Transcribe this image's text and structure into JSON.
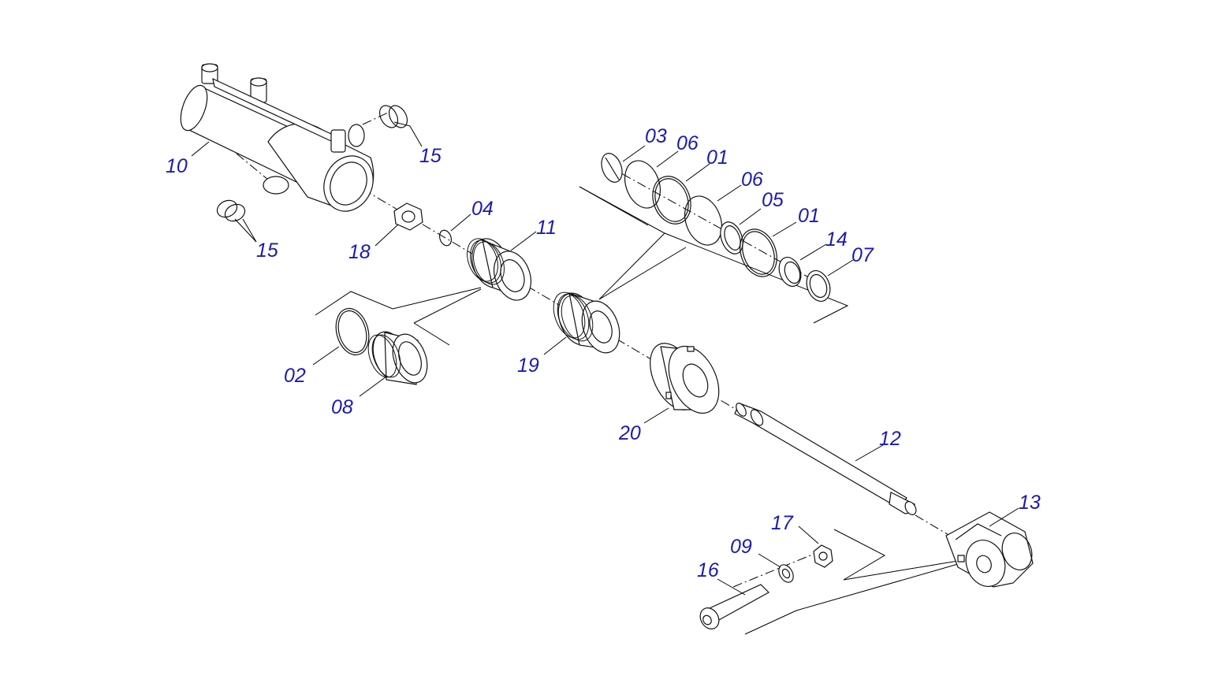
{
  "diagram": {
    "kind": "exploded-view parts diagram of a hydraulic cylinder",
    "label_color": "#1a1ab4",
    "labels": {
      "p01a": "01",
      "p01b": "01",
      "p02": "02",
      "p03": "03",
      "p04": "04",
      "p05": "05",
      "p06a": "06",
      "p06b": "06",
      "p07": "07",
      "p08": "08",
      "p09": "09",
      "p10": "10",
      "p11": "11",
      "p12": "12",
      "p13": "13",
      "p14": "14",
      "p15a": "15",
      "p15b": "15",
      "p16": "16",
      "p17": "17",
      "p18": "18",
      "p19": "19",
      "p20": "20"
    }
  }
}
